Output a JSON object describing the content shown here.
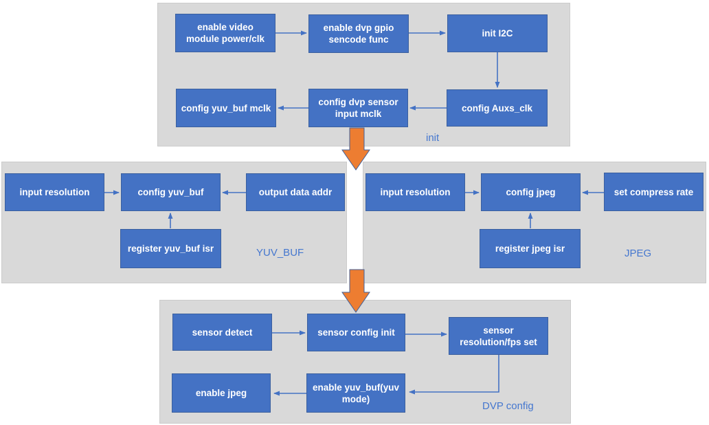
{
  "colors": {
    "node_fill": "#4472c4",
    "node_border": "#3a5f9e",
    "node_text": "#ffffff",
    "section_bg": "#d9d9d9",
    "section_border": "#cbcbcb",
    "connector": "#4472c4",
    "label_text": "#4577cf",
    "big_arrow_fill": "#ed7d31",
    "big_arrow_border": "#41619b"
  },
  "sections": {
    "init": {
      "label": "init",
      "nodes": {
        "enable_video": {
          "label": "enable video\nmodule power/clk"
        },
        "enable_dvp_gpio": {
          "label": "enable dvp gpio\nsencode func"
        },
        "init_i2c": {
          "label": "init I2C"
        },
        "config_auxs_clk": {
          "label": "config Auxs_clk"
        },
        "config_dvp_sensor_mclk": {
          "label": "config dvp sensor\ninput mclk"
        },
        "config_yuvbuf_mclk": {
          "label": "config yuv_buf mclk"
        }
      }
    },
    "yuv_buf": {
      "label": "YUV_BUF",
      "nodes": {
        "input_resolution": {
          "label": "input resolution"
        },
        "config_yuvbuf": {
          "label": "config yuv_buf"
        },
        "output_data_addr": {
          "label": "output data addr"
        },
        "register_yuvbuf_isr": {
          "label": "register yuv_buf isr"
        }
      }
    },
    "jpeg": {
      "label": "JPEG",
      "nodes": {
        "input_resolution": {
          "label": "input resolution"
        },
        "config_jpeg": {
          "label": "config jpeg"
        },
        "set_compress_rate": {
          "label": "set compress rate"
        },
        "register_jpeg_isr": {
          "label": "register jpeg isr"
        }
      }
    },
    "dvp_config": {
      "label": "DVP config",
      "nodes": {
        "sensor_detect": {
          "label": "sensor detect"
        },
        "sensor_config_init": {
          "label": "sensor config init"
        },
        "sensor_resolution_fps": {
          "label": "sensor\nresolution/fps set"
        },
        "enable_jpeg": {
          "label": "enable jpeg"
        },
        "enable_yuvbuf_yuv_mode": {
          "label": "enable yuv_buf(yuv\nmode)"
        }
      }
    }
  }
}
